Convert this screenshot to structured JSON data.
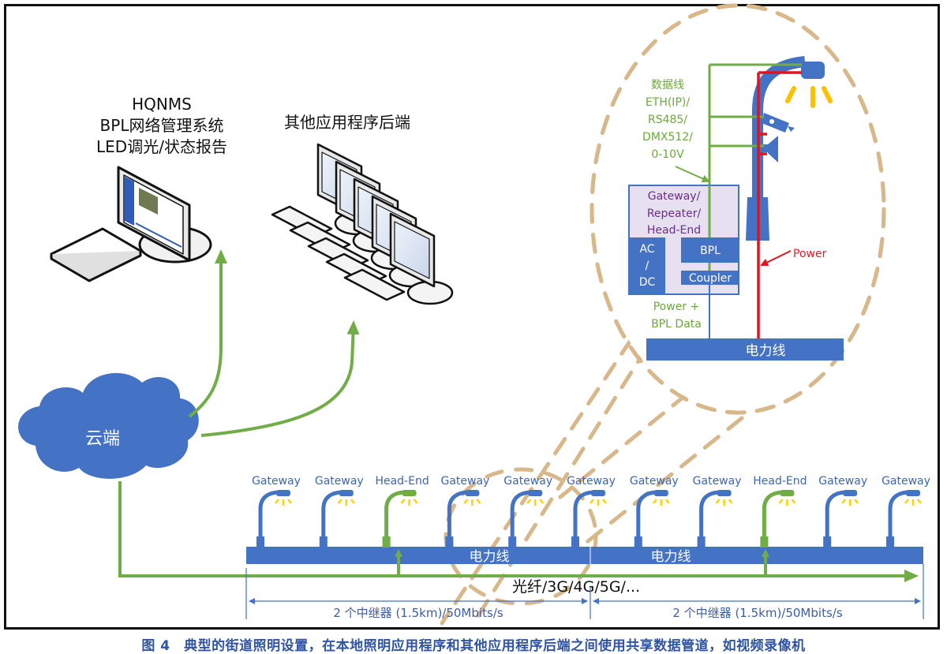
{
  "colors": {
    "blue": "#4472c4",
    "green": "#70ad47",
    "red": "#e0141e",
    "tan": "#d8b88a",
    "yellow": "#ffd200",
    "lightpurple": "#e6e0f0",
    "caption": "#2f54a5"
  },
  "hqnms": {
    "line1": "HQNMS",
    "line2": "BPL网络管理系统",
    "line3": "LED调光/状态报告"
  },
  "other_backend": {
    "label": "其他应用程序后端"
  },
  "cloud": {
    "label": "云端"
  },
  "detail": {
    "data_line": [
      "数据线",
      "ETH(IP)/",
      "RS485/",
      "DMX512/",
      "0-10V"
    ],
    "gateway_box": [
      "Gateway/",
      "Repeater/",
      "Head-End"
    ],
    "acdc": [
      "AC",
      "/",
      "DC"
    ],
    "bpl": "BPL",
    "coupler": "Coupler",
    "power_data": [
      "Power +",
      "BPL Data"
    ],
    "power": "Power",
    "powerline": "电力线"
  },
  "street": {
    "lamps": [
      {
        "label": "Gateway",
        "type": "gateway"
      },
      {
        "label": "Gateway",
        "type": "gateway"
      },
      {
        "label": "Head-End",
        "type": "headend"
      },
      {
        "label": "Gateway",
        "type": "gateway"
      },
      {
        "label": "Gateway",
        "type": "gateway"
      },
      {
        "label": "Gateway",
        "type": "gateway"
      },
      {
        "label": "Gateway",
        "type": "gateway"
      },
      {
        "label": "Gateway",
        "type": "gateway"
      },
      {
        "label": "Head-End",
        "type": "headend"
      },
      {
        "label": "Gateway",
        "type": "gateway"
      },
      {
        "label": "Gateway",
        "type": "gateway"
      }
    ],
    "powerline_labels": [
      "电力线",
      "电力线"
    ],
    "backhaul": "光纤/3G/4G/5G/...",
    "segments": [
      "2 个中继器 (1.5km)/50Mbits/s",
      "2 个中继器 (1.5km)/50Mbits/s"
    ]
  },
  "caption": "图 4　典型的街道照明设置，在本地照明应用程序和其他应用程序后端之间使用共享数据管道，如视频录像机"
}
